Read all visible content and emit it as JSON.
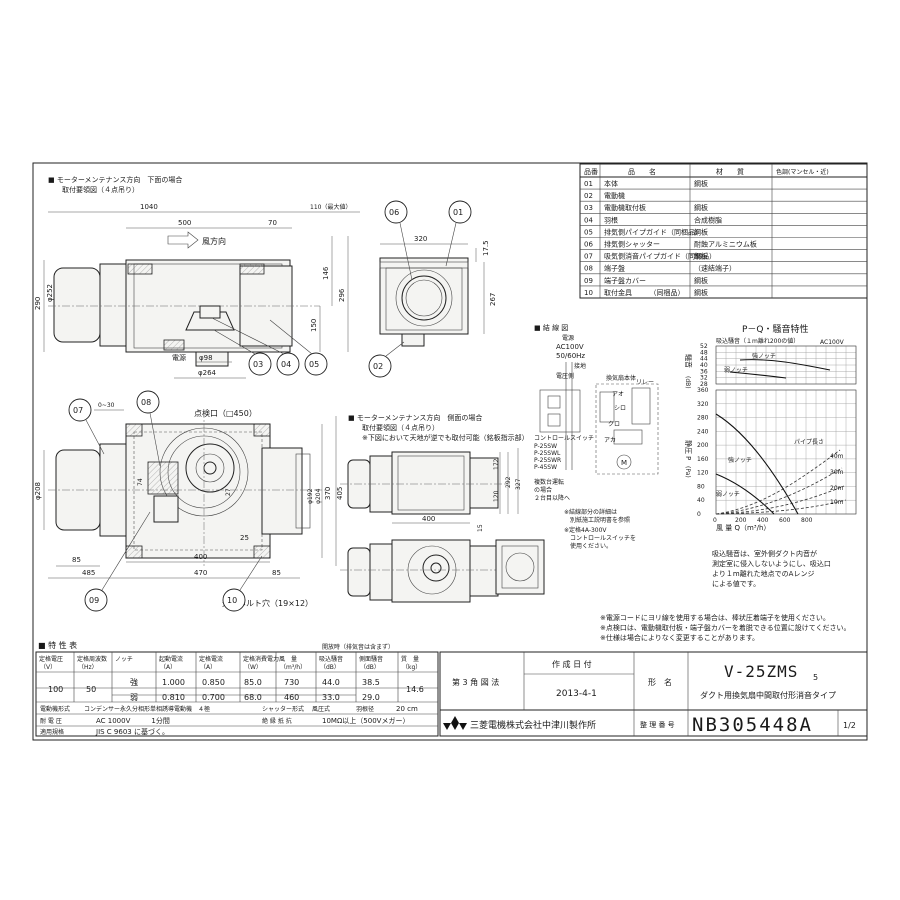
{
  "titles": {
    "bottom_view_title": "■ モーターメンテナンス方向　下面の場合",
    "bottom_view_sub": "取付要領図（４点吊り）",
    "side_view_title": "■ モーターメンテナンス方向　側面の場合",
    "side_view_sub": "取付要領図（４点吊り）",
    "side_view_note": "※下図において天地が逆でも取付可能（銘板指示部）",
    "wiring_title": "■ 結 線 図",
    "pq_title": "P－Q・騒音特性",
    "spec_title": "■ 特 性 表"
  },
  "parts": {
    "headers": [
      "品番",
      "品　　名",
      "材　　質",
      "色調(マンセル・近)"
    ],
    "rows": [
      [
        "01",
        "本体",
        "鋼板",
        ""
      ],
      [
        "02",
        "電動機",
        "",
        ""
      ],
      [
        "03",
        "電動機取付板",
        "鋼板",
        ""
      ],
      [
        "04",
        "羽根",
        "合成樹脂",
        ""
      ],
      [
        "05",
        "排気側パイプガイド（同梱品）",
        "鋼板",
        ""
      ],
      [
        "06",
        "排気側シャッター",
        "耐蝕アルミニウム板",
        ""
      ],
      [
        "07",
        "吸気側消音パイプガイド（同梱品）",
        "鋼板",
        ""
      ],
      [
        "08",
        "端子盤",
        "（速結端子）",
        ""
      ],
      [
        "09",
        "端子盤カバー",
        "鋼板",
        ""
      ],
      [
        "10",
        "取付金具　　　（同梱品）",
        "鋼板",
        ""
      ]
    ]
  },
  "dims": {
    "d1040": "1040",
    "d110": "110（最大値）",
    "d500": "500",
    "d70": "70",
    "d290": "290",
    "d146": "146",
    "d296": "296",
    "d150": "150",
    "d98": "φ98",
    "d264": "φ264",
    "d320": "320",
    "d17_5": "17.5",
    "d267": "267",
    "d0_30": "0~30",
    "d450": "点検口（□450）",
    "d208": "φ208",
    "d252": "φ252",
    "d74": "74",
    "d27": "27",
    "d25": "25",
    "d192": "φ192",
    "d204": "φ204",
    "d370": "370",
    "d405": "405",
    "d85a": "85",
    "d400": "400",
    "d485": "485",
    "d470": "470",
    "d85b": "85",
    "bolt": "天吊ボルト穴（19×12）",
    "s172": "172",
    "s120": "120",
    "s292": "292",
    "s327": "327",
    "s400": "400",
    "s15": "15",
    "air": "風方向",
    "power": "電源"
  },
  "wiring": {
    "ac": "AC100V",
    "hz": "50/60Hz",
    "src": "電源",
    "ground": "接地",
    "meter": "電圧側",
    "box": "換気扇本体",
    "ao": "アオ",
    "shiro": "シロ",
    "kuro": "クロ",
    "aka": "アカ",
    "relay": "リレー",
    "m": "M",
    "sw1": "コントロールスイッチ",
    "sw_list": [
      "P-25SW",
      "P-25SWL",
      "P-25SWR",
      "P-45SW"
    ],
    "multi": "複数台運転",
    "multi2": "の場合",
    "multi3": "２台目以降へ",
    "note1": "※結線部分の詳細は",
    "note2": "別紙施工説明書を参照",
    "note3": "※定格4A-300V",
    "note4": "コントロールスイッチを",
    "note5": "使用ください。"
  },
  "pq": {
    "noise_label": "騒音",
    "noise_unit": "(dB)",
    "noise_note": "吸込騒音（１m離れ200の値）",
    "ac_label": "AC100V",
    "static_label": "静圧",
    "p_label": "P",
    "p_unit": "(Pa)",
    "flow_label": "風 量 Q（m³/h）",
    "strong": "強ノッチ",
    "weak": "弱ノッチ",
    "strong2": "強ノッチ",
    "weak2": "弱ノッチ",
    "pipe": "パイプ長さ",
    "pipe_labels": [
      "40m",
      "30m",
      "20m",
      "10m"
    ],
    "y_noise": [
      "52",
      "48",
      "44",
      "40",
      "36",
      "32",
      "28"
    ],
    "y_static": [
      "360",
      "320",
      "280",
      "240",
      "200",
      "160",
      "120",
      "80",
      "40",
      "0"
    ],
    "x_ticks": [
      "0",
      "200",
      "400",
      "600",
      "800"
    ],
    "note": [
      "吸込騒音は、室外側ダクト内音が",
      "測定室に侵入しないようにし、吸込口",
      "より１m離れた地点でのAレンジ",
      "による値です。"
    ]
  },
  "notes": [
    "※電源コードにヨリ線を使用する場合は、棒状圧着端子を使用ください。",
    "※点検口は、電動機取付板・端子盤カバーを着脱できる位置に設けてください。",
    "※仕様は場合によりなく変更することがあります。"
  ],
  "spec": {
    "headers": [
      "定格電圧",
      "定格周波数",
      "ノッチ",
      "起動電流",
      "定格電流",
      "定格消費電力",
      "風　量",
      "吸込騒音",
      "側面騒音",
      "質　量"
    ],
    "units": [
      "（V）",
      "（Hz）",
      "",
      "（A）",
      "（A）",
      "（W）",
      "（m³/h）",
      "（dB）",
      "（dB）",
      "（kg）"
    ],
    "group": "開放時（排気音は含まず）",
    "voltage": "100",
    "freq": "50",
    "mass": "14.6",
    "rows": [
      [
        "強",
        "1.000",
        "0.850",
        "85.0",
        "730",
        "44.0",
        "38.5"
      ],
      [
        "弱",
        "0.810",
        "0.700",
        "68.0",
        "460",
        "33.0",
        "29.0"
      ]
    ],
    "motor_type_label": "電動機形式",
    "motor_type": "コンデンサー永久分相形単相誘導電動機　４極",
    "shutter_label": "シャッター形式",
    "shutter": "風圧式",
    "blade_label": "羽根径",
    "blade": "20 cm",
    "withstand_label": "耐 電 圧",
    "withstand": "AC 1000V　　　1分間",
    "insul_label": "絶 縁 抵 抗",
    "insul": "10MΩ以上（500Vメガー）",
    "std_label": "適用規格",
    "std": "JIS C 9603 に基づく。"
  },
  "title_block": {
    "angle": "第 3 角 図 法",
    "date_label": "作 成 日 付",
    "date": "2013-4-1",
    "model_label": "形　名",
    "model": "V-25ZMS",
    "model_sub": "5",
    "desc": "ダクト用換気扇中間取付形消音タイプ",
    "company": "三菱電機株式会社中津川製作所",
    "ref_label": "整 理 番 号",
    "ref": "NB305448A",
    "page": "1/2"
  },
  "bubbles": [
    "01",
    "02",
    "03",
    "04",
    "05",
    "06",
    "07",
    "08",
    "09",
    "10"
  ],
  "colors": {
    "line": "#222222",
    "paper": "#ffffff",
    "body_fill": "#f4f4f2"
  }
}
